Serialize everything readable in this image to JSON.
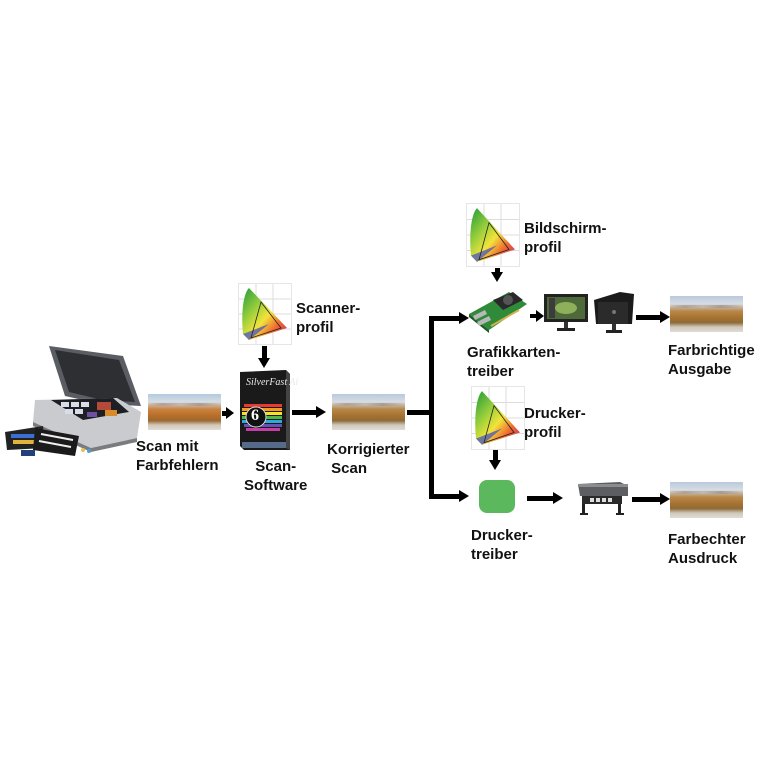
{
  "diagram": {
    "title": "Farbmanagement-Workflow",
    "nodes": {
      "scanner": {
        "label": "",
        "icon": "flatbed-scanner-icon"
      },
      "scan_raw": {
        "label": "Scan mit\nFarbfehlern",
        "icon": "landscape-photo-icon"
      },
      "scanner_profile": {
        "label": "Scanner-\nprofil",
        "icon": "color-gamut-chart-icon"
      },
      "scan_software": {
        "label": "Scan-\nSoftware",
        "icon": "silverfast-box-icon",
        "box_text": "SilverFast Ai",
        "box_number": "6"
      },
      "scan_corrected": {
        "label": "Korrigierter\n Scan",
        "icon": "landscape-photo-icon"
      },
      "monitor_profile": {
        "label": "Bildschirm-\nprofil",
        "icon": "color-gamut-chart-icon"
      },
      "graphics_driver": {
        "label": "Grafikkarten-\ntreiber",
        "icon": "graphics-card-icon"
      },
      "monitors": {
        "label": "",
        "icon": "monitor-icon"
      },
      "output_display": {
        "label": "Farbrichtige\nAusgabe",
        "icon": "landscape-photo-icon"
      },
      "printer_profile": {
        "label": "Drucker-\nprofil",
        "icon": "color-gamut-chart-icon"
      },
      "printer_driver": {
        "label": "Drucker-\ntreiber",
        "icon": "green-square-icon"
      },
      "printer": {
        "label": "",
        "icon": "large-format-printer-icon"
      },
      "output_print": {
        "label": "Farbechter\nAusdruck",
        "icon": "landscape-photo-icon"
      }
    },
    "colors": {
      "arrow": "#000000",
      "printer_driver_box": "#5cb85c",
      "text": "#111111"
    }
  }
}
